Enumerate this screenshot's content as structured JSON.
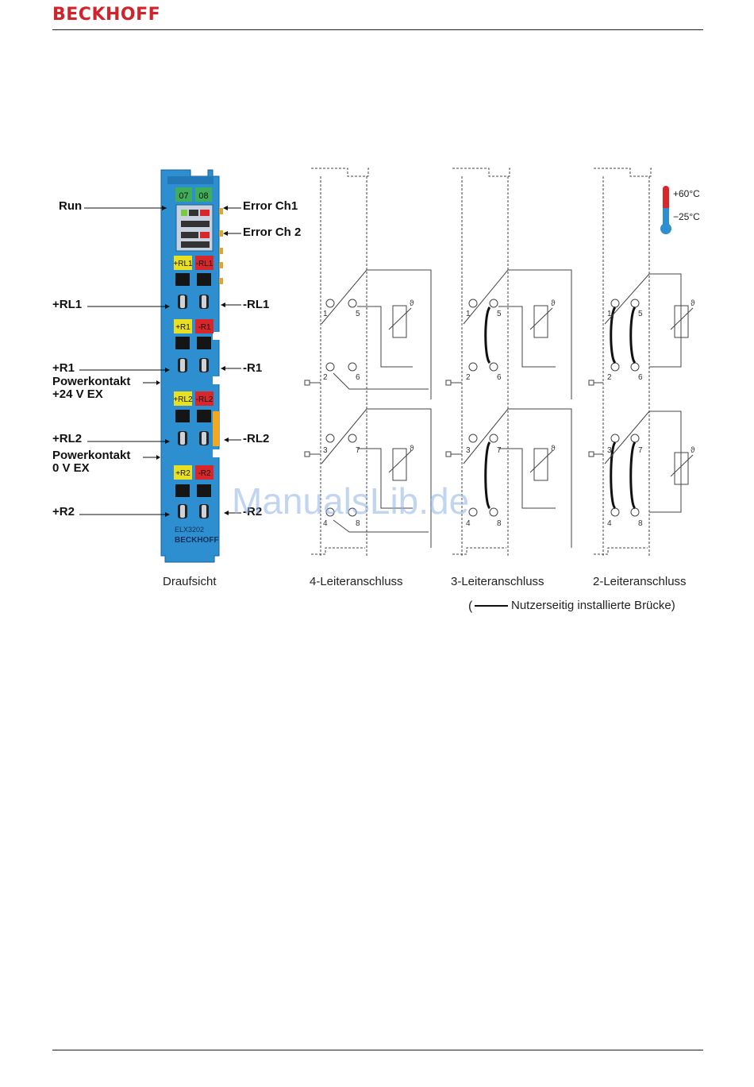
{
  "header": {
    "logo": "BECKHOFF"
  },
  "module": {
    "led_top": [
      "07",
      "08"
    ],
    "row_labels": [
      [
        "+RL1",
        "-RL1"
      ],
      [
        "+R1",
        "-R1"
      ],
      [
        "+RL2",
        "-RL2"
      ],
      [
        "+R2",
        "-R2"
      ]
    ],
    "type_text": "ELX3202",
    "brand_text": "BECKHOFF"
  },
  "callouts": {
    "run": "Run",
    "error_ch1": "Error Ch1",
    "error_ch2": "Error Ch 2",
    "plus_rl1": "+RL1",
    "minus_rl1": "-RL1",
    "plus_r1": "+R1",
    "minus_r1": "-R1",
    "power24_l1": "Powerkontakt",
    "power24_l2": "+24 V EX",
    "plus_rl2": "+RL2",
    "minus_rl2": "-RL2",
    "power0_l1": "Powerkontakt",
    "power0_l2": "0 V EX",
    "plus_r2": "+R2",
    "minus_r2": "-R2"
  },
  "diagrams": {
    "terminal_numbers": [
      "1",
      "2",
      "3",
      "4",
      "5",
      "6",
      "7",
      "8"
    ],
    "theta": "ϑ"
  },
  "temperature": {
    "max": "+60°C",
    "min": "−25°C"
  },
  "captions": {
    "top_view": "Draufsicht",
    "four_wire": "4-Leiteranschluss",
    "three_wire": "3-Leiteranschluss",
    "two_wire": "2-Leiteranschluss",
    "legend_text": "Nutzerseitig installierte Brücke)"
  },
  "watermark": "ManualsLib.de",
  "colors": {
    "module_blue": "#2e8fd0",
    "led_green": "#3fae5a",
    "label_yellow": "#e8e020",
    "label_red": "#d9262a",
    "logo_red": "#d3232a"
  }
}
